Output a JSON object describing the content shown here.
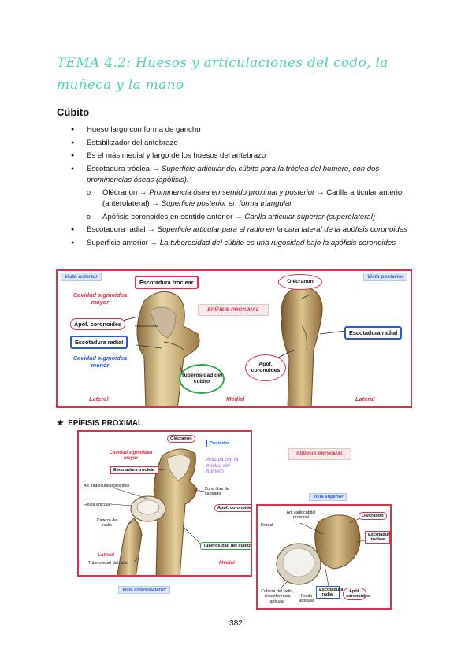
{
  "header": {
    "title": "TEMA 4.2: Huesos y articulaciones del codo, la muñeca y la mano",
    "section": "Cúbito"
  },
  "bullets": [
    {
      "plain": "Hueso largo con forma de gancho"
    },
    {
      "plain": "Estabilizador del antebrazo"
    },
    {
      "plain": "Es el más medial y largo de los huesos del antebrazo"
    },
    {
      "plain": "Escotadura tróclea →",
      "italic": "Superficie articular del cúbito para la tróclea del humero, con dos prominencias óseas (apófisis):"
    },
    {
      "plain": "Escotadura radial →",
      "italic": "Superficie articular para el radio en la cara lateral de la apófisis coronoides"
    },
    {
      "plain": "Superficie anterior →",
      "italic": "La tuberosidad del cúbito es una rugosidad bajo la apófisis coronoides"
    }
  ],
  "subbullets": [
    {
      "plain": "Olécranon →",
      "italic": "Prominencia ósea en sentido proximal y posterior",
      "plain2": "→ Carilla articular anterior (anterolateral) →",
      "italic2": "Superficie posterior en forma triangular"
    },
    {
      "plain": "Apófisis coronoides en sentido anterior →",
      "italic": "Carilla articular superior (superolateral)"
    }
  ],
  "figure1": {
    "tag_anterior": "Vista anterior",
    "tag_posterior": "Vista posterior",
    "escotadura_troclear": "Escotadura troclear",
    "cavidad_mayor": "Cavidad sigmoidea mayor",
    "apof_coronoides": "Apóf. coronoides",
    "escotadura_radial": "Escotadura radial",
    "cavidad_menor": "Cavidad sigmoidea menor",
    "tuberosidad": "Tuberosidad del cúbito",
    "epifisis": "EPÍFISIS PROXIMAL",
    "olecranon": "Olécranon",
    "escotadura_radial_right": "Escotadura radial",
    "apof_coronoides_right": "Apóf. coronoides",
    "lateral_left": "Lateral",
    "medial": "Medial",
    "lateral_right": "Lateral"
  },
  "section2": {
    "heading": "EPÍFISIS PROXIMAL"
  },
  "figure2": {
    "olecranon": "Olécranon",
    "posterior": "Posterior",
    "articula": "Articula con la tróclea del húmero",
    "cavidad_mayor": "Cavidad sigmoidea mayor",
    "escotadura_troclear": "Escotadura troclear",
    "art_radiocubital": "Art. radiocubital proximal",
    "zona_libre": "Zona libre de cartílago",
    "apof_coronoides": "Apóf. coronoides",
    "fosita": "Fosita articular",
    "cabeza": "Cabeza del radio",
    "tuberosidad_cubito": "Tuberosidad del cúbito",
    "lateral": "Lateral",
    "medial": "Medial",
    "tuberosidad_radio": "Tuberosidad del radio",
    "vista_antero": "Vista anterosuperior"
  },
  "figure3": {
    "epifisis_tag": "EPÍFISIS PROXIMAL",
    "vista_superior": "Vista superior",
    "art_radiocubital": "Art. radiocubital proximal",
    "olecranon": "Olécranon",
    "dorsal": "Dorsal",
    "escotadura_troclear": "Escotadura troclear",
    "cabeza_radio": "Cabeza del radio, circunferencia articular",
    "fosita": "Fosita articular",
    "escotadura_radial": "Escotadura radial",
    "apof_coronoides": "Apóf. coronoides"
  },
  "footer": {
    "page": "382"
  }
}
